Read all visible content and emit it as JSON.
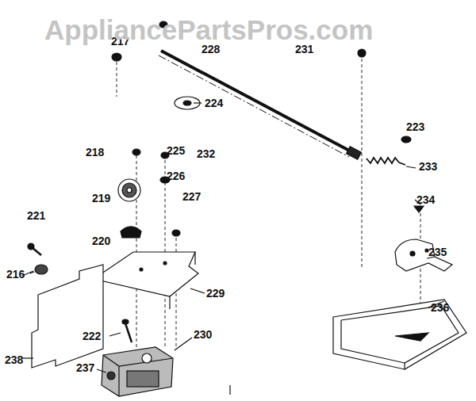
{
  "diagram": {
    "labels": [
      "AppliancePartsPros.com",
      "217",
      "228",
      "231",
      "224",
      "232",
      "223",
      "218",
      "225",
      "233",
      "226",
      "219",
      "227",
      "234",
      "221",
      "220",
      "216",
      "235",
      "229",
      "236",
      "222",
      "230",
      "238",
      "237"
    ]
  }
}
